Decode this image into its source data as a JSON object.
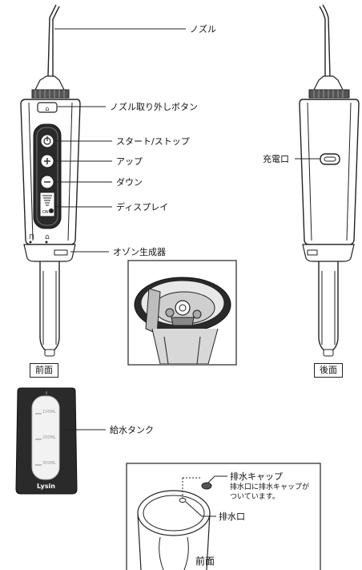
{
  "labels": {
    "nozzle": "ノズル",
    "nozzle_release": "ノズル取り外しボタン",
    "start_stop": "スタート/ストップ",
    "up": "アップ",
    "down": "ダウン",
    "display": "ディスプレイ",
    "ozone": "オゾン生成器",
    "charge_port": "充電口",
    "water_tank": "給水タンク",
    "drain_cap": "排水キャップ",
    "drain_cap_note_1": "排水口に排水キャップが",
    "drain_cap_note_2": "ついています。",
    "drain_port": "排水口"
  },
  "captions": {
    "front": "前面",
    "back": "後面",
    "tank_front": "前面"
  },
  "brand": "Lysin",
  "tank_marks": [
    "150ML",
    "200ML",
    "300ML"
  ]
}
